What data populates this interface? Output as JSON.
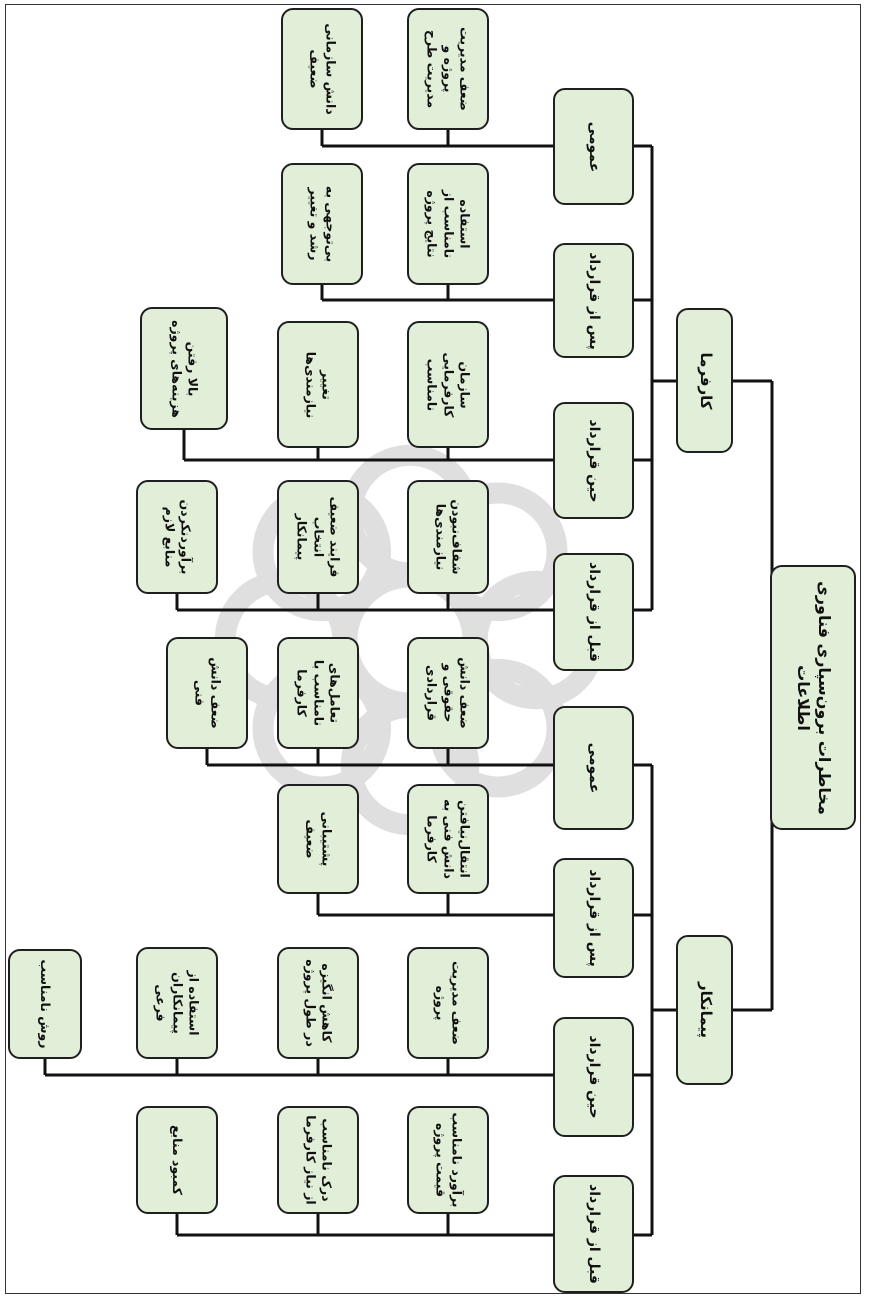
{
  "diagram": {
    "root": "مخاطرات برون‌سپاری فناوری\nاطلاعات",
    "level1": {
      "employer": "کارفرما",
      "contractor": "پیمانکار"
    },
    "employer_phases": {
      "general": {
        "label": "عمومی",
        "items": [
          "ضعف مدیریت\nپروژه و\nمدیریت طرح",
          "دانش سازمانی\nضعیف"
        ]
      },
      "post_contract": {
        "label": "پس از قرارداد",
        "items": [
          "استفاده\nنامناسب از\nنتایج پروژه",
          "بی‌توجهی به\nرشد و تغییر"
        ]
      },
      "during_contract": {
        "label": "حین قرارداد",
        "items": [
          "سازمان\nکارفرمایی\nنامناسب",
          "تغییر\nنیازمندی‌ها",
          "بالا رفتن\nهزینه‌های پروژه"
        ]
      },
      "pre_contract": {
        "label": "قبل از قرارداد",
        "items": [
          "شفاف‌نبودن\nنیازمندی‌ها",
          "فرایند ضعیف\nانتخاب\nپیمانکار",
          "برآوردنکردن\nمنابع لازم"
        ]
      }
    },
    "contractor_phases": {
      "general": {
        "label": "عمومی",
        "items": [
          "ضعف دانش\nحقوقی و\nقراردادی",
          "تعامل‌های\nنامناسب با\nکارفرما",
          "ضعف دانش\nفنی"
        ]
      },
      "post_contract": {
        "label": "پس از قرارداد",
        "items": [
          "انتقال‌نیافتن\nدانش فنی به\nکارفرما",
          "پشتیبانی\nضعیف"
        ]
      },
      "during_contract": {
        "label": "حین قرارداد",
        "items": [
          "ضعف مدیریت\nپروژه",
          "کاهش انگیزه\nدر طول پروژه",
          "استفاده از\nپیمانکاران فرعی",
          "روش نامناسب"
        ]
      },
      "pre_contract": {
        "label": "قبل از قرارداد",
        "items": [
          "برآورد نامناسب\nقیمت پروژه",
          "درک نامناسب\nاز نیاز کارفرما",
          "کمبود منابع"
        ]
      }
    }
  }
}
